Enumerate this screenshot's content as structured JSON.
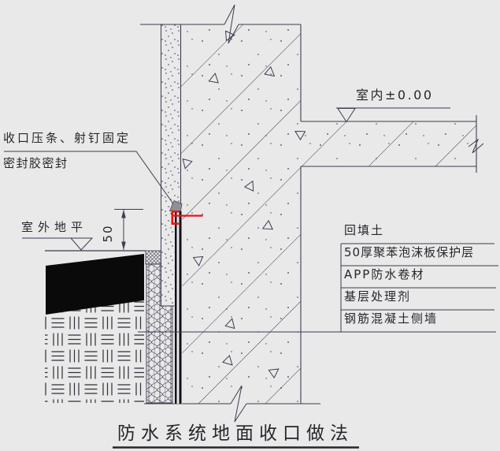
{
  "title": "防水系统地面收口做法",
  "annotations": {
    "termination_line1": "收口压条、射钉固定",
    "termination_line2": "密封胶密封",
    "outdoor_ground": "室外地平",
    "indoor_level": "室内±0.00",
    "dimension": "50"
  },
  "layers": [
    "回填土",
    "50厚聚苯泡沫板保护层",
    "APP防水卷材",
    "基层处理剂",
    "钢筋混凝土侧墙"
  ],
  "colors": {
    "background": "#e9e9e9",
    "line": "#3c3c52",
    "text": "#26262c",
    "termination_red": "#ee1010",
    "membrane_black": "#101016",
    "apron_black": "#0a0a0a",
    "sealant_gray": "#8f909b"
  }
}
